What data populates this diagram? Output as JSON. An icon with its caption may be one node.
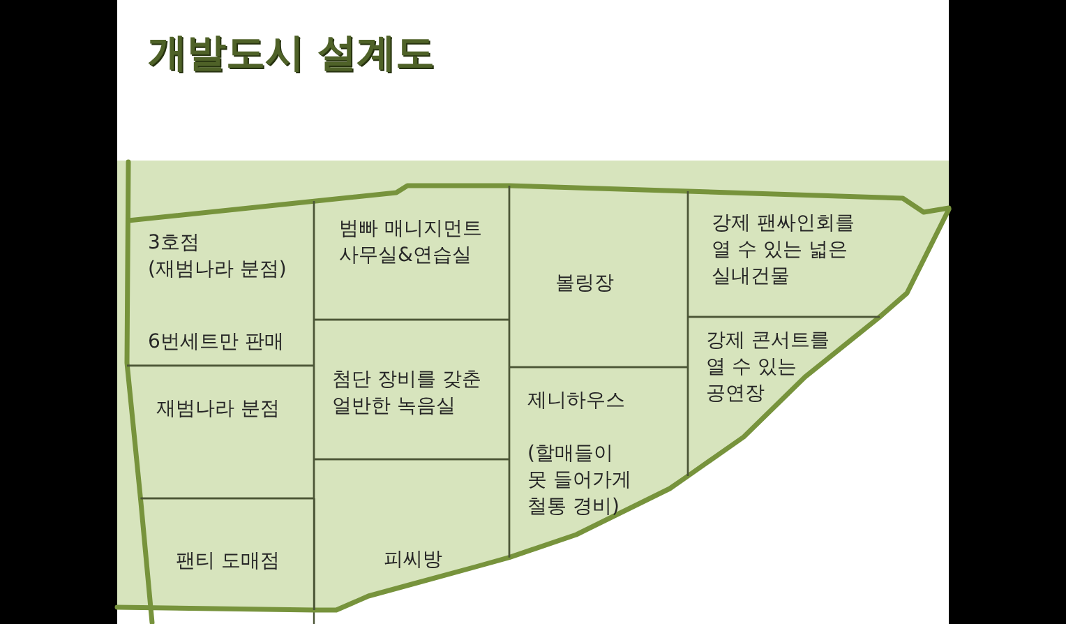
{
  "diagram": {
    "title": "개발도시 설계도",
    "nodes": [
      {
        "text": [
          "3호점 (재범나라 분점)",
          "6번세트만 판매"
        ]
      },
      {
        "text": [
          "재범나라 분점"
        ]
      },
      {
        "text": [
          "팬티 도매점"
        ]
      },
      {
        "text": [
          "범빠 매니지먼트 사무실&연습실"
        ]
      },
      {
        "text": [
          "첨단 장비를 갖춘 얼반한 녹음실"
        ]
      },
      {
        "text": [
          "피씨방"
        ]
      },
      {
        "text": [
          "볼링장"
        ]
      },
      {
        "text": [
          "제니하우스",
          "(할매들이 못 들어가게 철통 경비)"
        ]
      },
      {
        "text": [
          "강제 팬싸인회를 열 수 있는 넓은 실내건물"
        ]
      },
      {
        "text": [
          "강제 콘서트를 열 수 있는 공연장"
        ]
      }
    ]
  }
}
